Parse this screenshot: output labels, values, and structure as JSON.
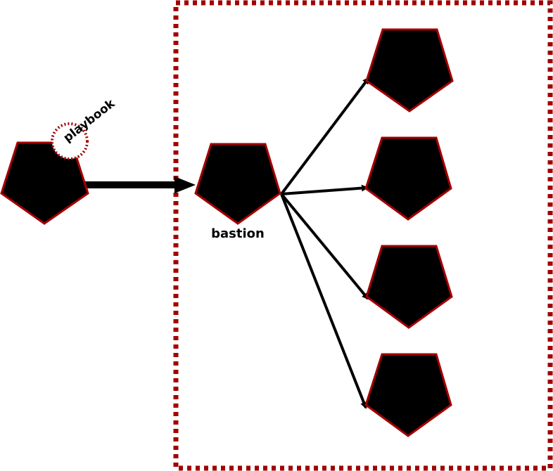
{
  "colors": {
    "node_fill": "#000000",
    "node_stroke": "#a30000",
    "boundary_stroke": "#a30000",
    "arrow": "#000000",
    "text": "#000000"
  },
  "icons": {
    "host": "pentagon",
    "boundary": "dashed-rectangle",
    "annotation_ring": "dotted-circle"
  },
  "annotation": {
    "label": "playbook"
  },
  "nodes": {
    "control": {
      "label": ""
    },
    "bastion": {
      "label": "bastion"
    },
    "targets": [
      {
        "label": ""
      },
      {
        "label": ""
      },
      {
        "label": ""
      },
      {
        "label": ""
      }
    ]
  },
  "edges": [
    {
      "from": "control",
      "to": "bastion"
    },
    {
      "from": "bastion",
      "to": "target-1"
    },
    {
      "from": "bastion",
      "to": "target-2"
    },
    {
      "from": "bastion",
      "to": "target-3"
    },
    {
      "from": "bastion",
      "to": "target-4"
    }
  ]
}
